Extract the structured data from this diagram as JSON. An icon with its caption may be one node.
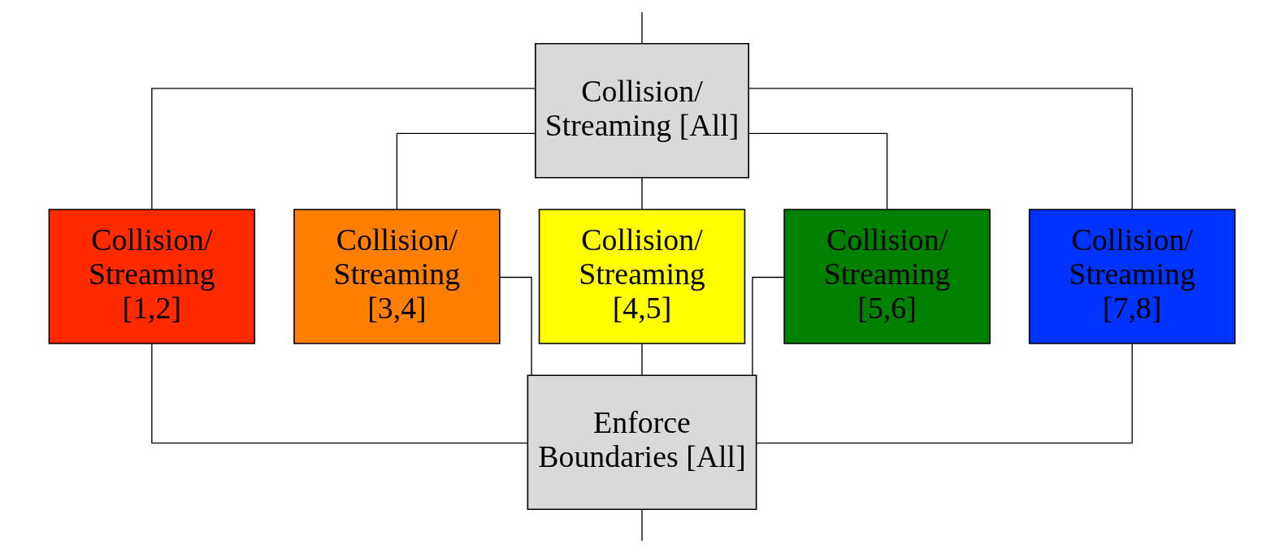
{
  "diagram": {
    "nodes": [
      {
        "text": [
          "Collision/ Streaming [All]"
        ]
      },
      {
        "text": [
          "Collision/ Streaming [1,2]"
        ]
      },
      {
        "text": [
          "Collision/ Streaming [3,4]"
        ]
      },
      {
        "text": [
          "Collision/ Streaming [4,5]"
        ]
      },
      {
        "text": [
          "Collision/ Streaming [5,6]"
        ]
      },
      {
        "text": [
          "Collision/ Streaming [7,8]"
        ]
      },
      {
        "text": [
          "Enforce Boundaries [All]"
        ]
      }
    ],
    "edges": [
      {
        "from": null,
        "to": 0,
        "arrow": "none"
      },
      {
        "from": 0,
        "to": 1,
        "arrow": "none"
      },
      {
        "from": 0,
        "to": 2,
        "arrow": "none"
      },
      {
        "from": 0,
        "to": 3,
        "arrow": "none"
      },
      {
        "from": 0,
        "to": 4,
        "arrow": "none"
      },
      {
        "from": 0,
        "to": 5,
        "arrow": "none"
      },
      {
        "from": 1,
        "to": 6,
        "arrow": "none"
      },
      {
        "from": 2,
        "to": 6,
        "arrow": "none"
      },
      {
        "from": 3,
        "to": 6,
        "arrow": "none"
      },
      {
        "from": 4,
        "to": 6,
        "arrow": "none"
      },
      {
        "from": 5,
        "to": 6,
        "arrow": "none"
      },
      {
        "from": 6,
        "to": null,
        "arrow": "none"
      }
    ]
  }
}
